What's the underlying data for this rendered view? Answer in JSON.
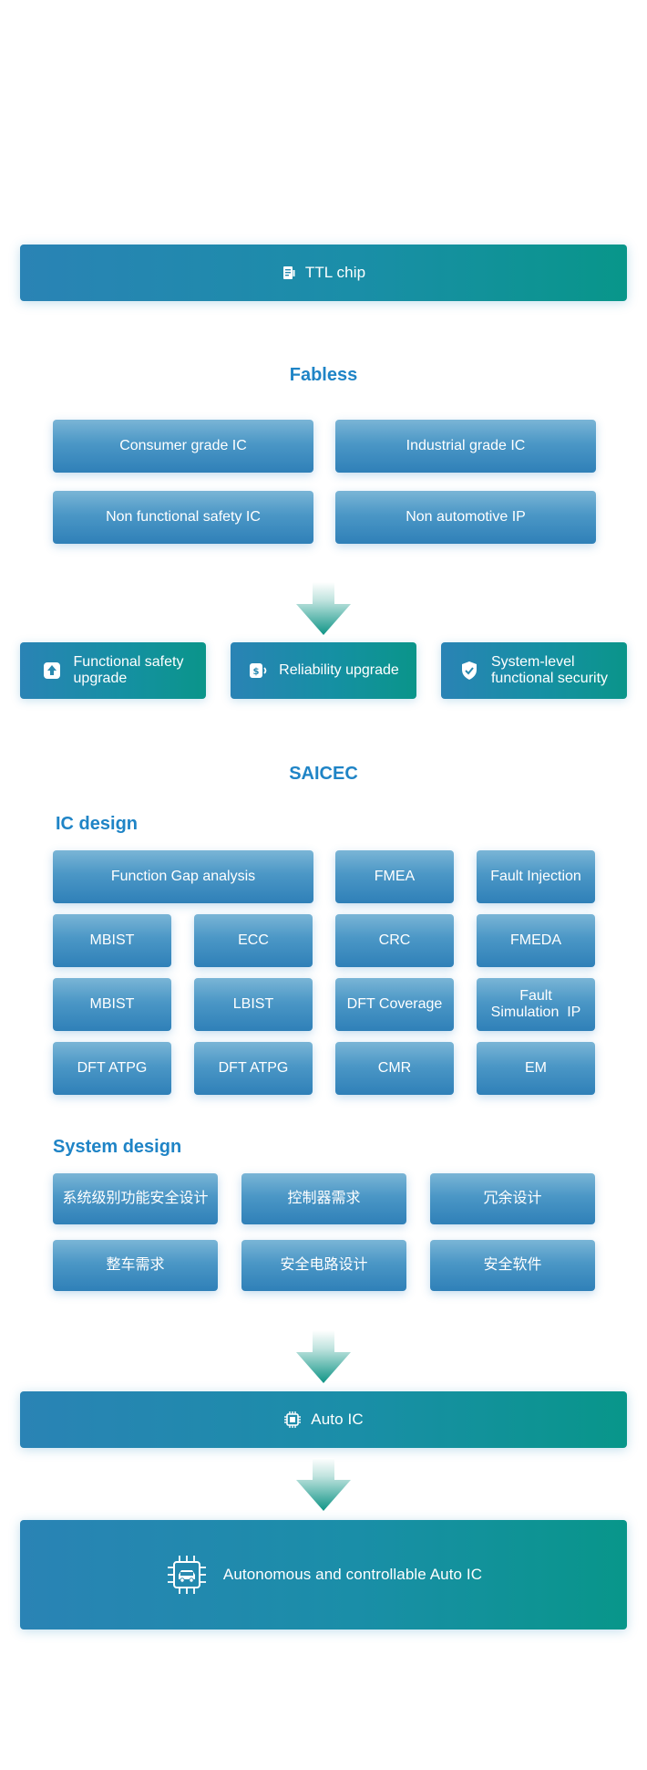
{
  "ttl": {
    "label": "TTL chip",
    "icon": "document-chip-icon"
  },
  "fabless": {
    "title": "Fabless",
    "items": [
      "Consumer grade IC",
      "Industrial grade IC",
      "Non functional safety IC",
      "Non automotive IP"
    ]
  },
  "upgrades": [
    {
      "label": "Functional safety upgrade",
      "line1": "Functional safety",
      "line2": "upgrade",
      "icon": "upload-arrow-icon"
    },
    {
      "label": "Reliability upgrade",
      "line1": "Reliability upgrade",
      "line2": "",
      "icon": "battery-dollar-icon"
    },
    {
      "label": "System-level functional security",
      "line1": "System-level",
      "line2": "functional security",
      "icon": "shield-check-icon"
    }
  ],
  "saicec": {
    "title": "SAICEC",
    "ic_design": {
      "title": "IC design",
      "items": [
        "Function Gap analysis",
        "FMEA",
        "Fault Injection",
        "MBIST",
        "ECC",
        "CRC",
        "FMEDA",
        "MBIST",
        "LBIST",
        "DFT Coverage",
        "Fault",
        "Simulation  IP",
        "DFT ATPG",
        "DFT ATPG",
        "CMR",
        "EM"
      ]
    },
    "system_design": {
      "title": "System design",
      "items": [
        "系统级别功能安全设计",
        "控制器需求",
        "冗余设计",
        "整车需求",
        "安全电路设计",
        "安全软件"
      ]
    }
  },
  "auto_ic": {
    "label": "Auto IC",
    "icon": "chip-icon"
  },
  "final": {
    "label": "Autonomous and controllable Auto IC",
    "icon": "car-chip-icon"
  },
  "colors": {
    "heading": "#1f84c6",
    "banner_start": "#2a83b5",
    "banner_end": "#08968a",
    "tile_top": "#7ab5d6",
    "tile_bottom": "#2f80b8",
    "arrow_top": "#ffffff",
    "arrow_bottom": "#0f9486"
  }
}
